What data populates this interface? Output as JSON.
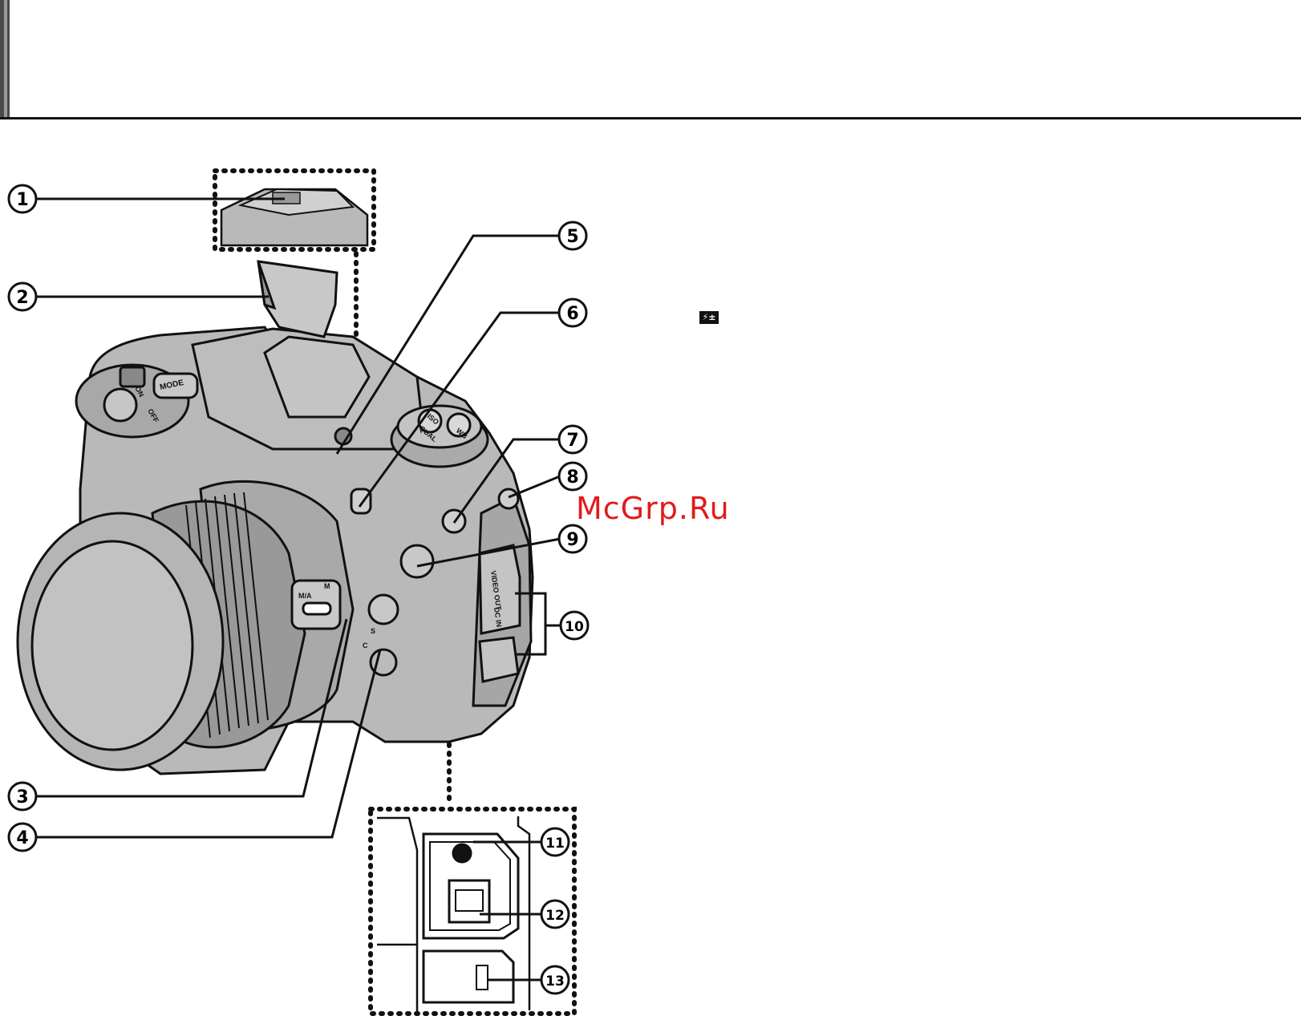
{
  "watermark": "McGrp.Ru",
  "flash_glyph": "⚡±",
  "callouts": [
    {
      "id": 1,
      "label": "1"
    },
    {
      "id": 2,
      "label": "2"
    },
    {
      "id": 3,
      "label": "3"
    },
    {
      "id": 4,
      "label": "4"
    },
    {
      "id": 5,
      "label": "5"
    },
    {
      "id": 6,
      "label": "6"
    },
    {
      "id": 7,
      "label": "7"
    },
    {
      "id": 8,
      "label": "8"
    },
    {
      "id": 9,
      "label": "9"
    },
    {
      "id": 10,
      "label": "10"
    },
    {
      "id": 11,
      "label": "11"
    },
    {
      "id": 12,
      "label": "12"
    },
    {
      "id": 13,
      "label": "13"
    }
  ],
  "camera_labels": {
    "mode": "MODE",
    "qual": "QUAL",
    "wb": "WB",
    "iso": "ISO",
    "off": "OFF",
    "on": "ON",
    "ma": "M/A",
    "m": "M",
    "s": "S",
    "c": "C",
    "video_out": "VIDEO OUT",
    "dc_in": "DC IN"
  },
  "colors": {
    "body": "#b9b9b9",
    "dark": "#111111",
    "red": "#e21b1b"
  }
}
